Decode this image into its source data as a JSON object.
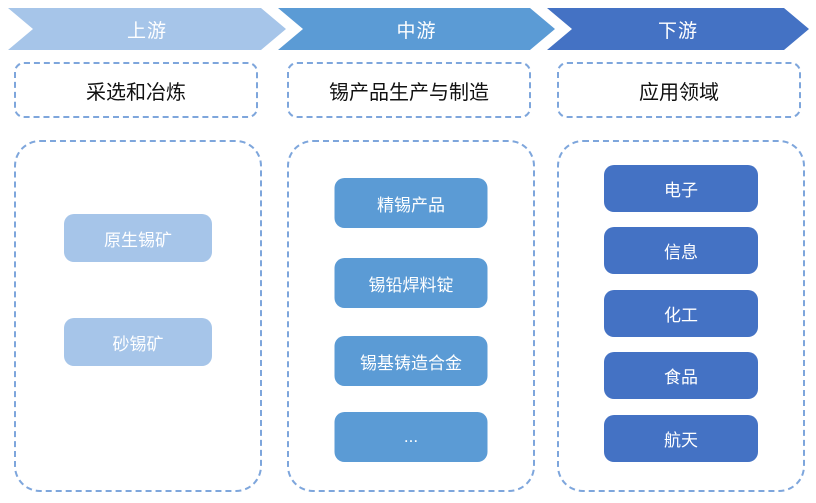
{
  "colors": {
    "upstream": "#A6C5E9",
    "midstream": "#5B9BD5",
    "downstream": "#4472C4",
    "dashed_border": "#7EA6DC",
    "text_on_blue": "#FFFFFF",
    "category_text": "#111111"
  },
  "stages": [
    {
      "label": "上游"
    },
    {
      "label": "中游"
    },
    {
      "label": "下游"
    }
  ],
  "categories": [
    {
      "label": "采选和冶炼"
    },
    {
      "label": "锡产品生产与制造"
    },
    {
      "label": "应用领域"
    }
  ],
  "columns": [
    {
      "stage": "上游",
      "items": [
        {
          "label": "原生锡矿"
        },
        {
          "label": "砂锡矿"
        }
      ]
    },
    {
      "stage": "中游",
      "items": [
        {
          "label": "精锡产品"
        },
        {
          "label": "锡铅焊料锭"
        },
        {
          "label": "锡基铸造合金"
        },
        {
          "label": "..."
        }
      ]
    },
    {
      "stage": "下游",
      "items": [
        {
          "label": "电子"
        },
        {
          "label": "信息"
        },
        {
          "label": "化工"
        },
        {
          "label": "食品"
        },
        {
          "label": "航天"
        }
      ]
    }
  ]
}
